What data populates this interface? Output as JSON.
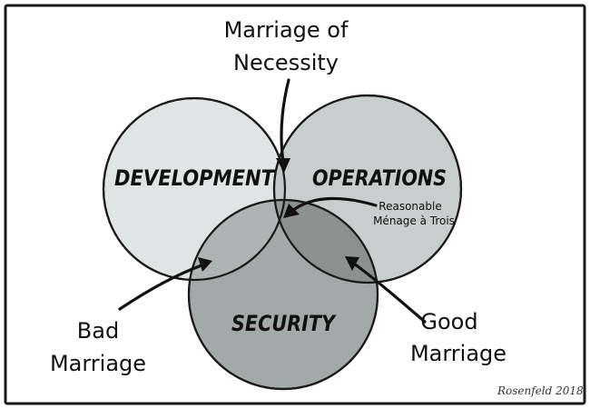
{
  "diagram": {
    "sets": [
      {
        "id": "development",
        "label": "DEVELOPMENT",
        "fill": "#e1e4e4"
      },
      {
        "id": "operations",
        "label": "OPERATIONS",
        "fill": "#c9cdcd"
      },
      {
        "id": "security",
        "label": "SECURITY",
        "fill": "#a3a9a8"
      }
    ],
    "overlap_colors": {
      "development_operations": "#c0c7c6",
      "development_security": "#aeb4b3",
      "operations_security": "#8a918f",
      "all_three": "#939a98"
    },
    "annotations": {
      "necessity": {
        "line1": "Marriage of",
        "line2": "Necessity"
      },
      "trois": {
        "line1": "Reasonable",
        "line2": "Ménage à Trois"
      },
      "bad": {
        "line1": "Bad",
        "line2": "Marriage"
      },
      "good": {
        "line1": "Good",
        "line2": "Marriage"
      }
    },
    "signature": "Rosenfeld 2018"
  }
}
